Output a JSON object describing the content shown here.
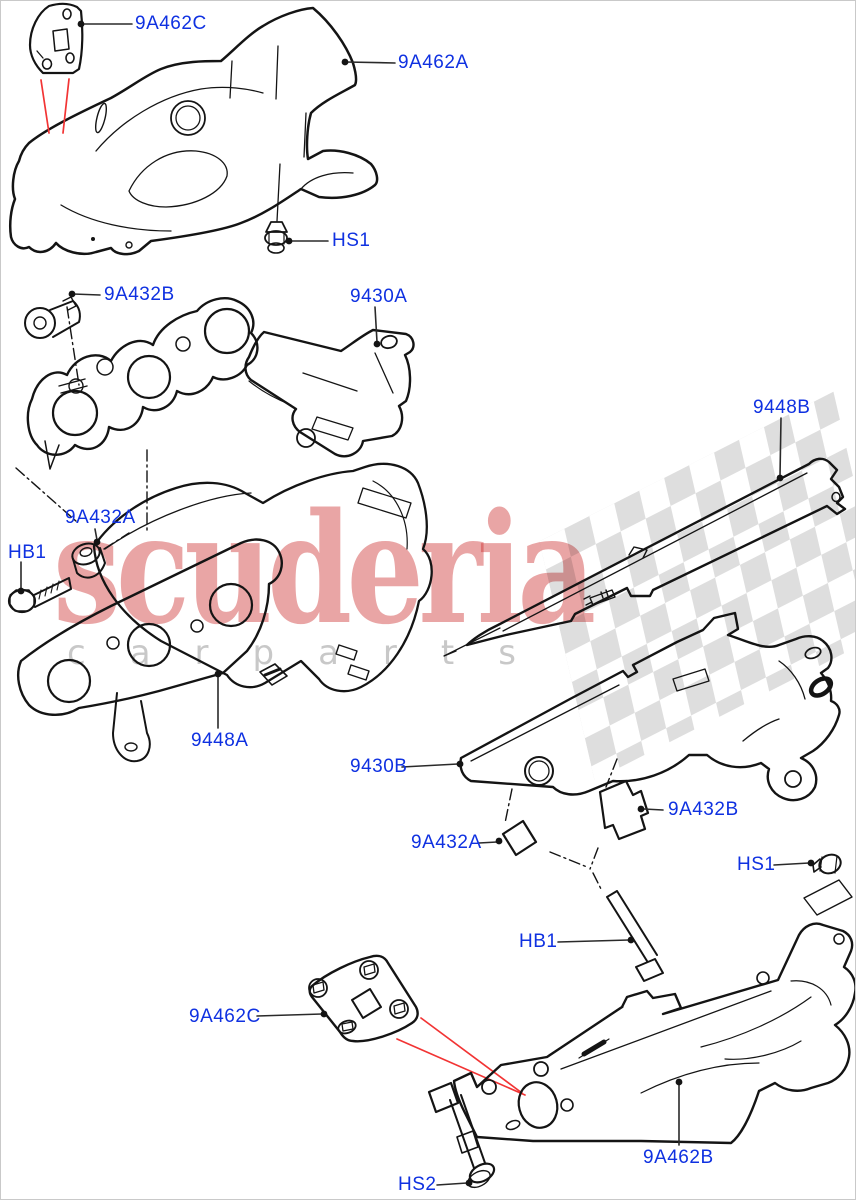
{
  "document": {
    "type": "parts-catalog-exploded-diagram",
    "background": "#ffffff"
  },
  "watermark": {
    "brand": "scuderia",
    "tagline": "carparts",
    "brand_color": "#c81e1e",
    "tagline_color": "#7d7d7d",
    "flag_motif": "checkered-flag"
  },
  "colors": {
    "label_blue": "#0f31e1",
    "line_black": "#141414",
    "leader_gray": "#2a2a2a",
    "pointer_red": "#f23434"
  },
  "labels": [
    {
      "id": "l1",
      "text": "9A462C"
    },
    {
      "id": "l2",
      "text": "9A462A"
    },
    {
      "id": "l3",
      "text": "HS1"
    },
    {
      "id": "l4",
      "text": "9A432B"
    },
    {
      "id": "l5",
      "text": "9430A"
    },
    {
      "id": "l6",
      "text": "9448B"
    },
    {
      "id": "l7",
      "text": "9A432A"
    },
    {
      "id": "l8",
      "text": "HB1"
    },
    {
      "id": "l9",
      "text": "9448A"
    },
    {
      "id": "l10",
      "text": "9430B"
    },
    {
      "id": "l11",
      "text": "9A432B"
    },
    {
      "id": "l12",
      "text": "9A432A"
    },
    {
      "id": "l13",
      "text": "HS1"
    },
    {
      "id": "l14",
      "text": "HB1"
    },
    {
      "id": "l15",
      "text": "9A462C"
    },
    {
      "id": "l16",
      "text": "HS2"
    },
    {
      "id": "l17",
      "text": "9A462B"
    }
  ]
}
